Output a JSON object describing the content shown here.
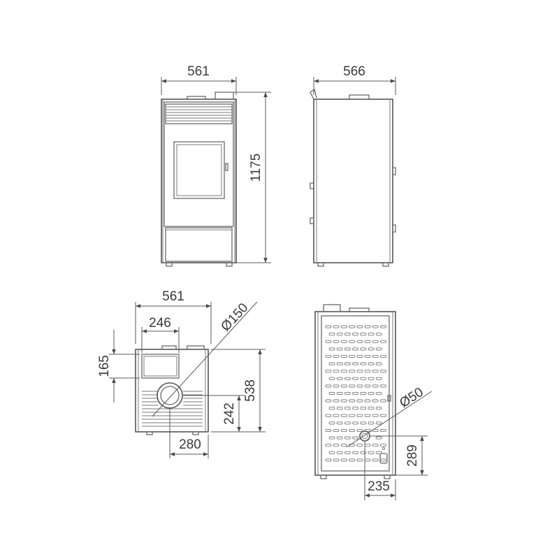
{
  "dimensions": {
    "front_width": "561",
    "side_depth": "566",
    "height": "1175",
    "top_width": "561",
    "top_opening_width": "246",
    "top_opening_depth": "165",
    "top_flue_diameter": "Ø150",
    "top_flue_offset_y": "242",
    "top_depth": "538",
    "top_flue_offset_x": "280",
    "rear_flue_diameter": "Ø50",
    "rear_flue_height": "289",
    "rear_flue_offset_x": "235"
  }
}
